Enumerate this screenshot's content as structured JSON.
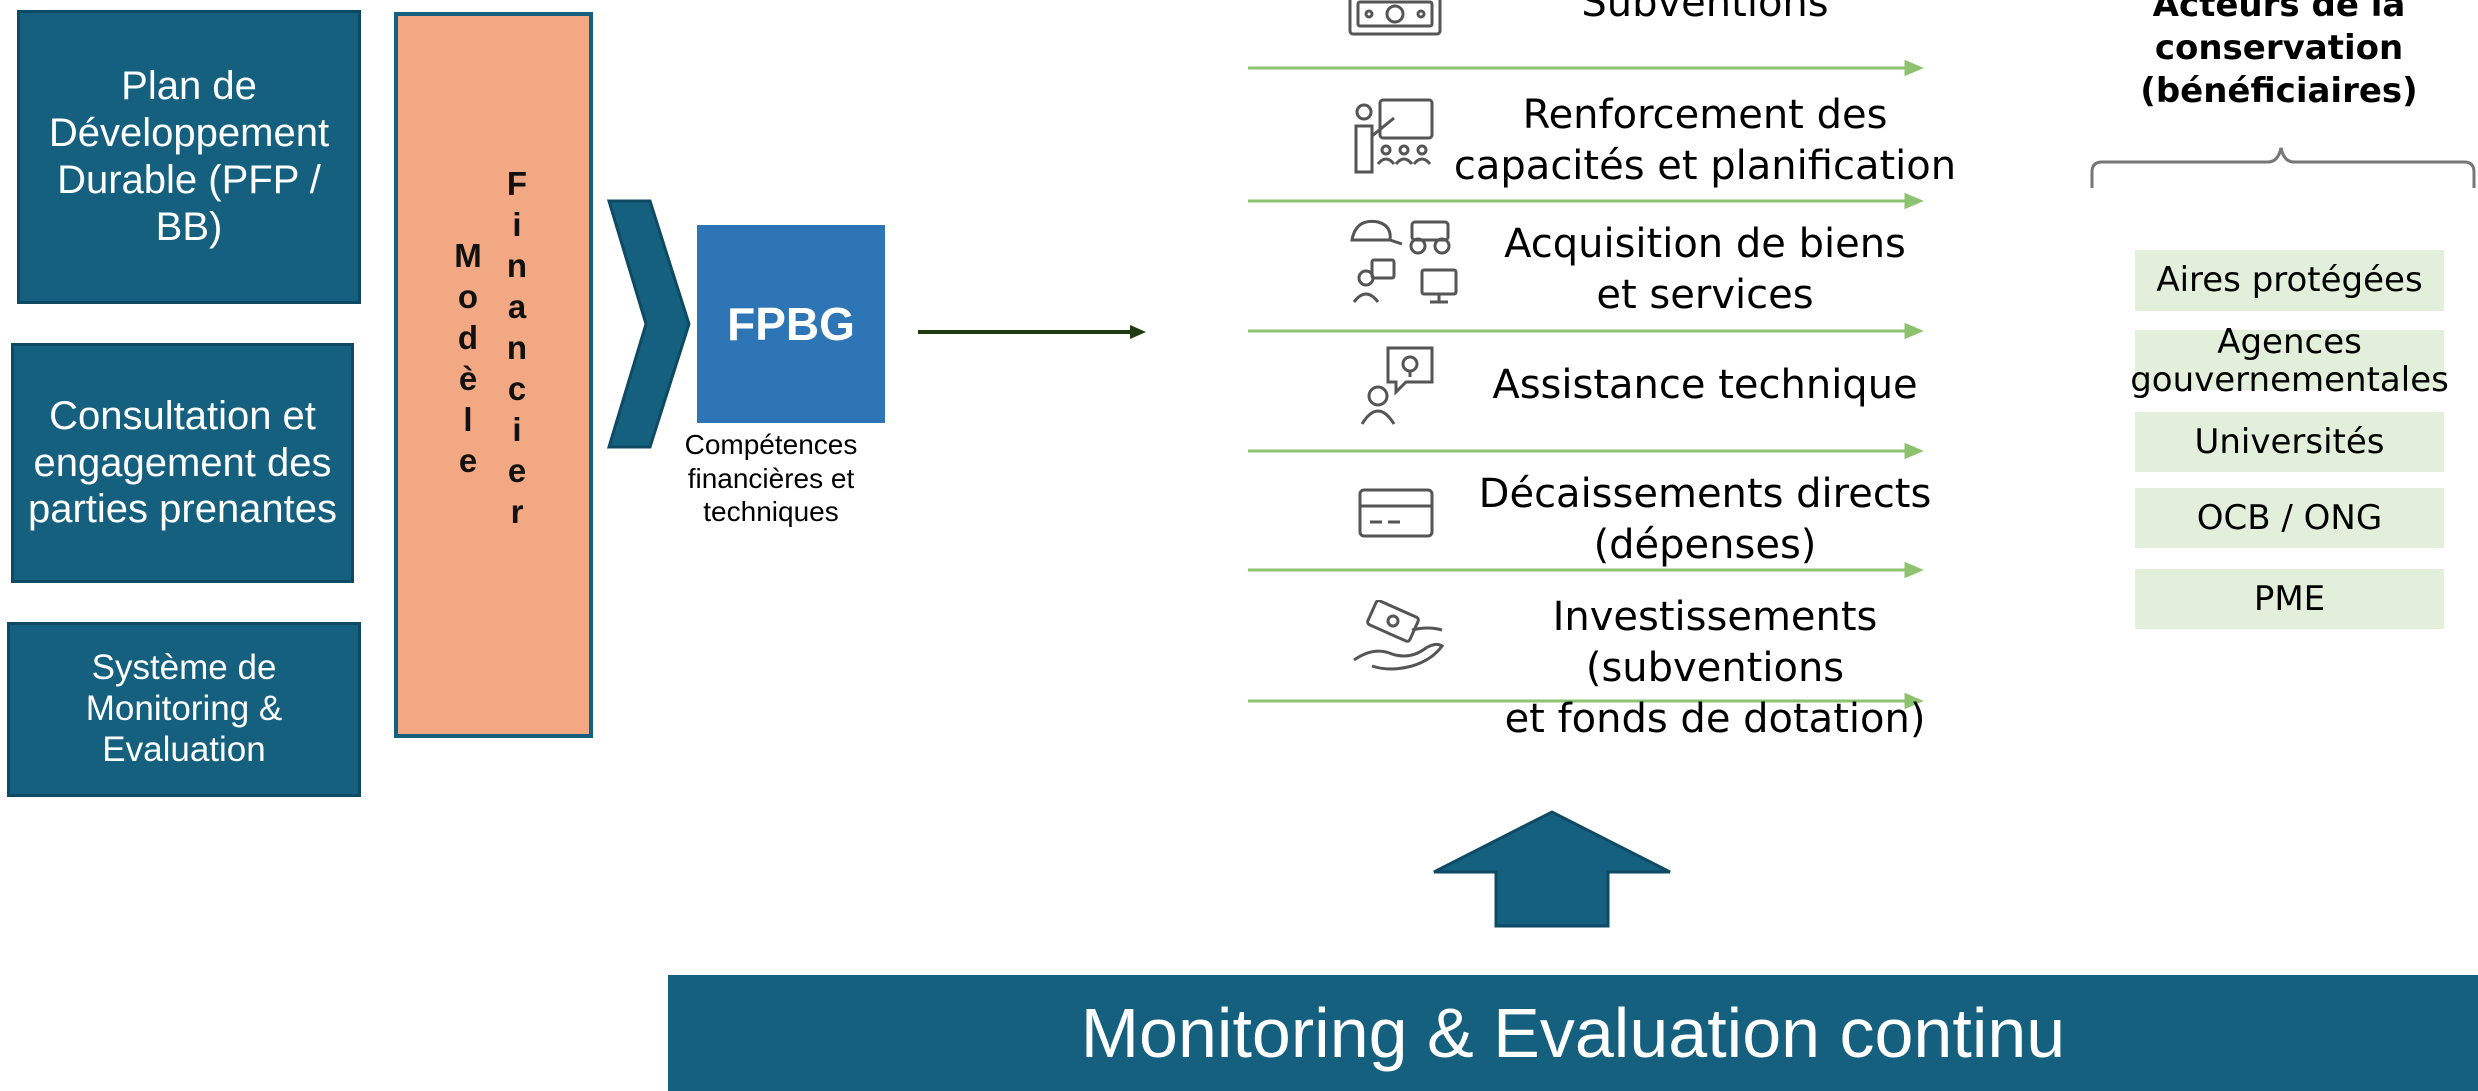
{
  "left_boxes": {
    "plan": "Plan de Développement Durable (PFP / BB)",
    "consultation": "Consultation et engagement des parties prenantes",
    "monitoring_system": "Système de Monitoring & Evaluation"
  },
  "model": {
    "col1": [
      "M",
      "o",
      "d",
      "è",
      "l",
      "e"
    ],
    "col2": [
      "F",
      "i",
      "n",
      "a",
      "n",
      "c",
      "i",
      "e",
      "r"
    ]
  },
  "fpbg": {
    "label": "FPBG",
    "caption": "Compétences financières et techniques"
  },
  "services": [
    {
      "icon": "cash-icon",
      "line1": "Subventions",
      "line2": ""
    },
    {
      "icon": "presentation-icon",
      "line1": "Renforcement des",
      "line2": "capacités et planification"
    },
    {
      "icon": "goods-icon",
      "line1": "Acquisition de biens",
      "line2": "et services"
    },
    {
      "icon": "technical-assistance-icon",
      "line1": "Assistance technique",
      "line2": ""
    },
    {
      "icon": "card-icon",
      "line1": "Décaissements directs",
      "line2": "(dépenses)"
    },
    {
      "icon": "money-hand-icon",
      "line1": "Investissements (subventions",
      "line2": "et fonds de dotation)"
    }
  ],
  "beneficiaries": {
    "header": [
      "Acteurs de la",
      "conservation",
      "(bénéficiaires)"
    ],
    "items": [
      "Aires protégées",
      "Agences gouvernementales",
      "Universités",
      "OCB / ONG",
      "PME"
    ]
  },
  "bottom": {
    "label": "Monitoring & Evaluation continu"
  },
  "colors": {
    "dark_teal": "#15607f",
    "salmon": "#f2a882",
    "fpbg_blue": "#2e75b6",
    "green_line": "#8dc26f",
    "light_green": "#e2efda"
  }
}
